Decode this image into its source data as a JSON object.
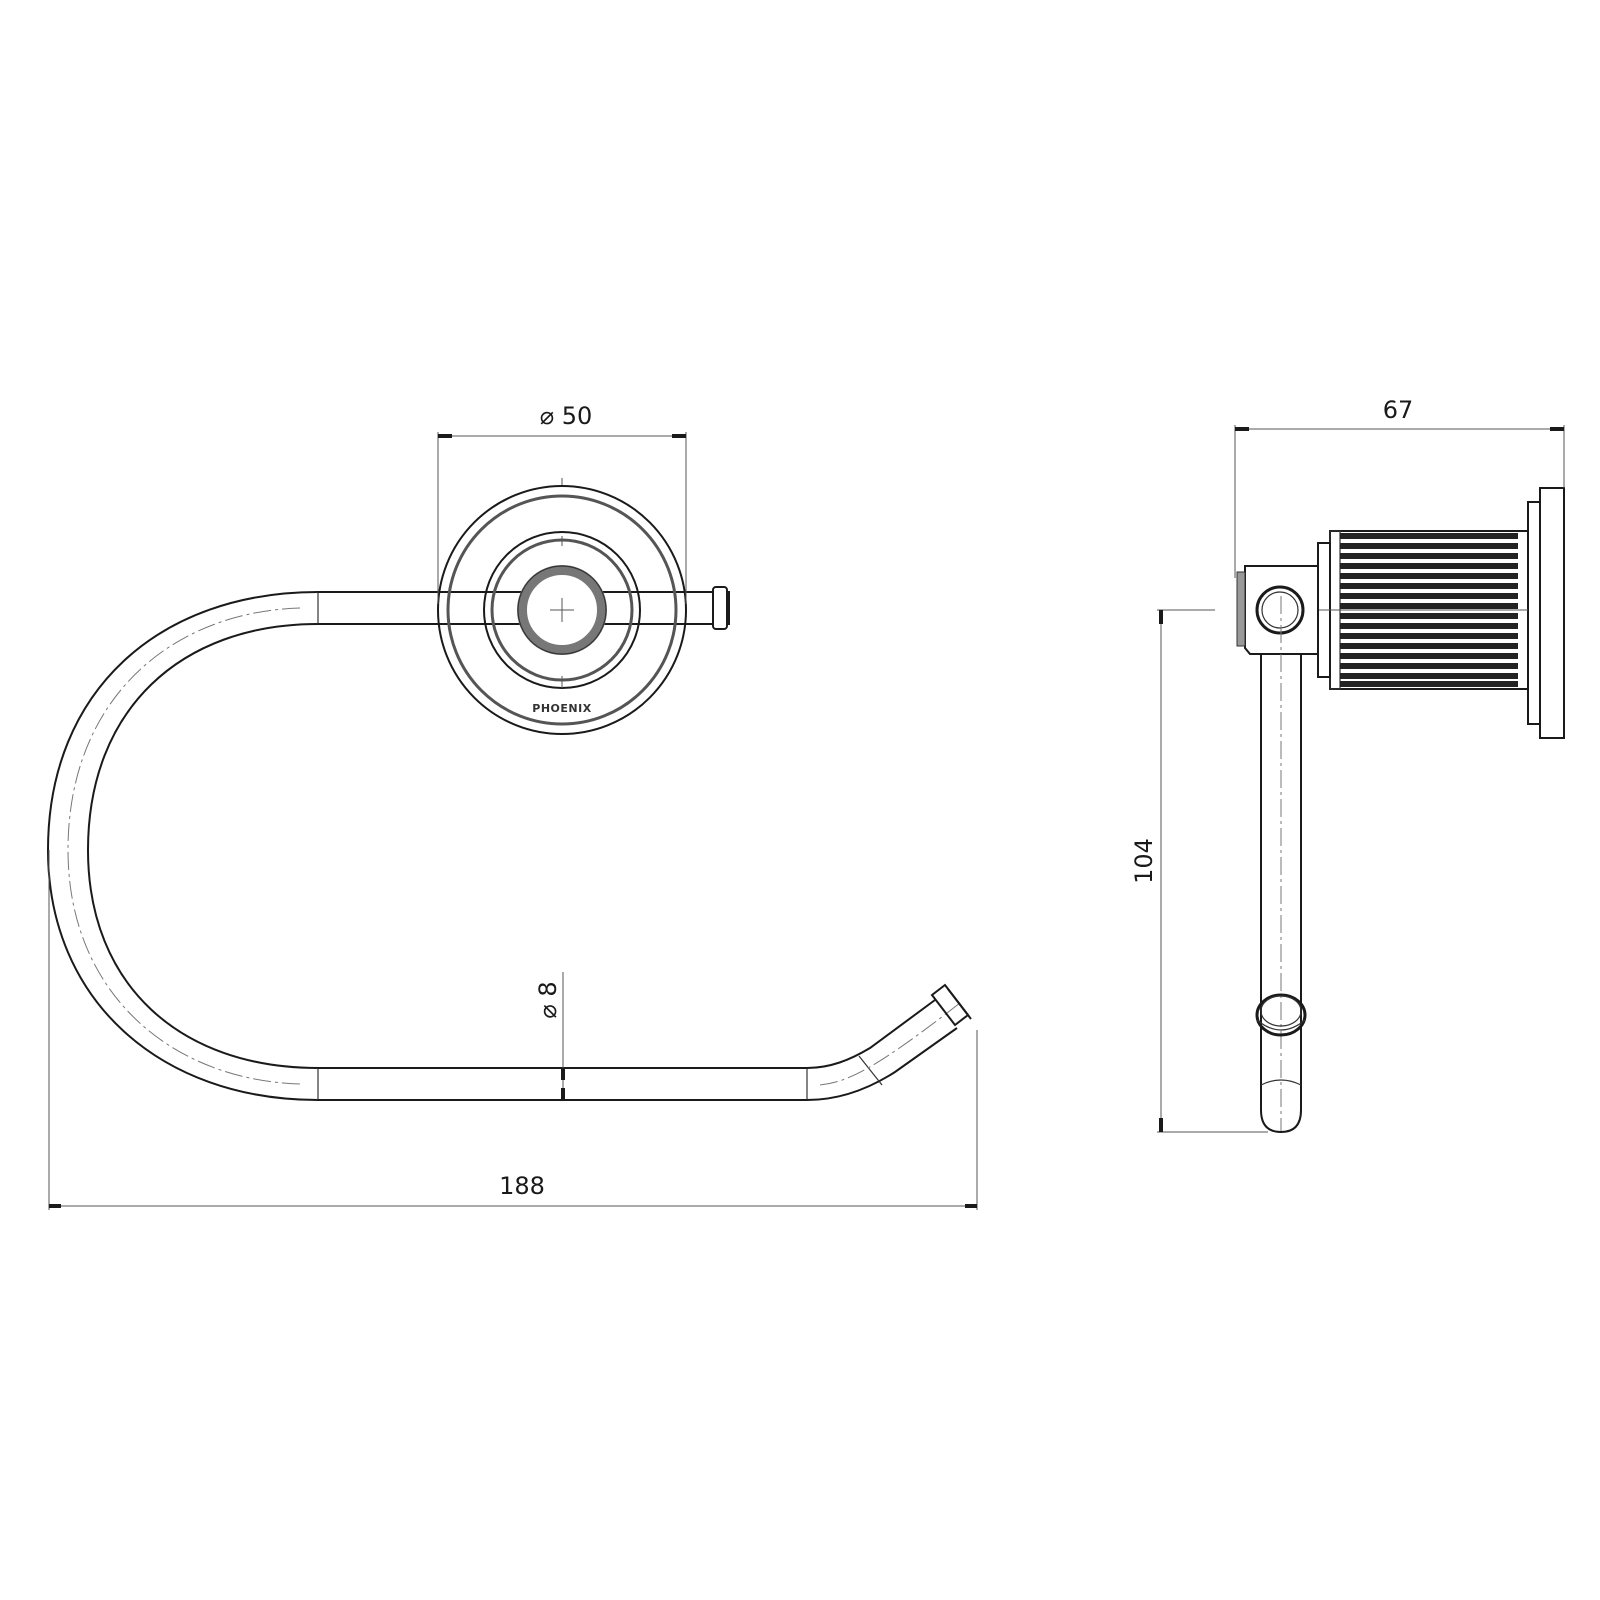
{
  "drawing": {
    "type": "technical-drawing",
    "subject": "toilet roll holder",
    "views": [
      {
        "name": "front-view"
      },
      {
        "name": "side-view"
      }
    ],
    "brand_mark": "PHOENIX",
    "line_color": "#1a1a1a"
  },
  "dimensions": {
    "backplate_diameter": {
      "label": "⌀ 50",
      "value": 50,
      "unit": "mm"
    },
    "rod_diameter": {
      "label": "⌀ 8",
      "value": 8,
      "unit": "mm"
    },
    "overall_width": {
      "label": "188",
      "value": 188,
      "unit": "mm"
    },
    "projection": {
      "label": "67",
      "value": 67,
      "unit": "mm"
    },
    "height": {
      "label": "104",
      "value": 104,
      "unit": "mm"
    }
  }
}
